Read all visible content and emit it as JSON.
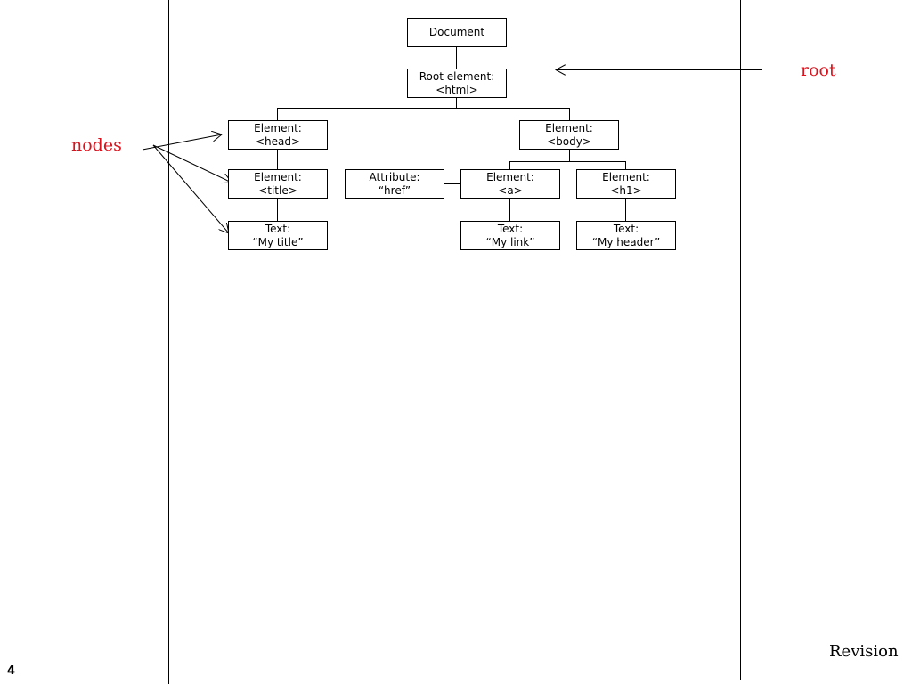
{
  "accent": "#d9141e",
  "tree": {
    "document": [
      "Document"
    ],
    "html": [
      "Root element:",
      "<html>"
    ],
    "head": [
      "Element:",
      "<head>"
    ],
    "title_el": [
      "Element:",
      "<title>"
    ],
    "title_text": [
      "Text:",
      "“My title”"
    ],
    "body": [
      "Element:",
      "<body>"
    ],
    "attr": [
      "Attribute:",
      "“href”"
    ],
    "a": [
      "Element:",
      "<a>"
    ],
    "h1": [
      "Element:",
      "<h1>"
    ],
    "a_text": [
      "Text:",
      "“My link”"
    ],
    "h1_text": [
      "Text:",
      "“My header”"
    ]
  },
  "annotations": {
    "root": "root",
    "nodes": "nodes"
  },
  "footer": {
    "revision": "Revision",
    "page": "4"
  }
}
